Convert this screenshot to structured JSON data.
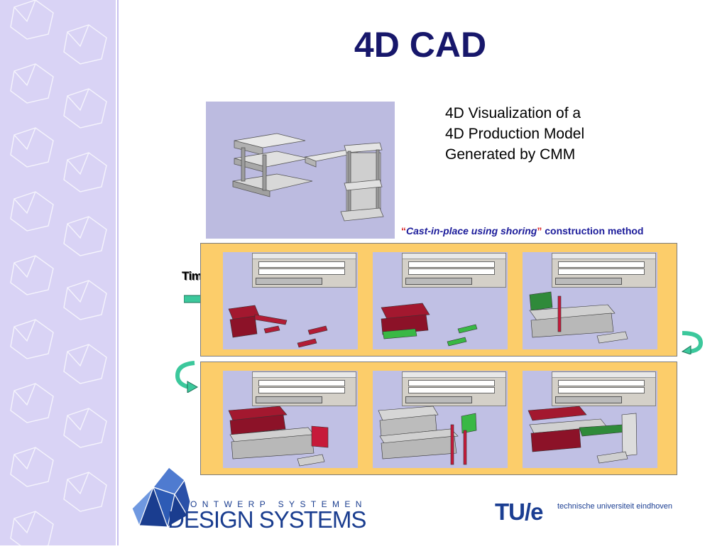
{
  "slide": {
    "title": "4D CAD",
    "caption_lines": [
      "4D Visualization of a",
      "4D Production Model",
      "Generated by CMM"
    ],
    "method": {
      "open_quote": "“",
      "italic": "Cast-in-place using shoring",
      "close_quote": "”",
      "suffix": " construction method"
    },
    "time_label": "Time"
  },
  "colors": {
    "sidebar": "#d9d3f5",
    "title": "#17176b",
    "panel": "#fccd6a",
    "frame": "#c0c0e4",
    "method": "#1b1b9a"
  },
  "icons": [
    "right-arrow-icon",
    "curved-down-arrow-icon",
    "curved-left-arrow-icon"
  ],
  "logos": {
    "design_systems_top": "ONTWERP SYSTEMEN",
    "design_systems_bottom": "DESIGN SYSTEMS",
    "tue_mark": "TU/e",
    "tue_text": "technische universiteit eindhoven"
  }
}
